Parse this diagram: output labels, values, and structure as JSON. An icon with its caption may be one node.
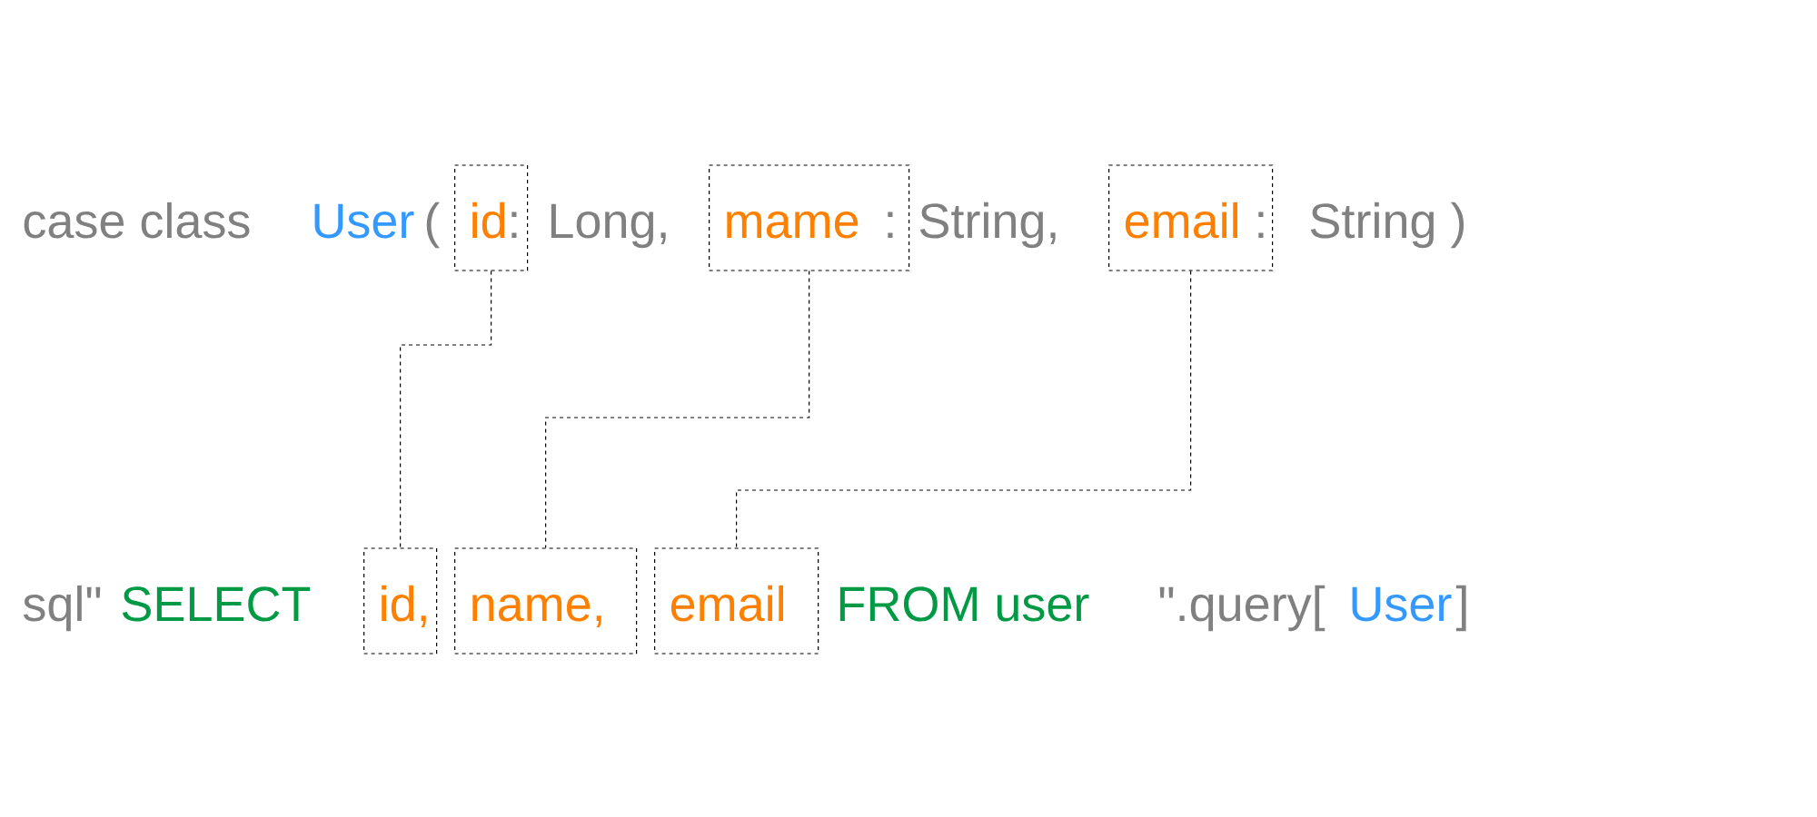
{
  "diagram": {
    "nodes": [
      {
        "text": [
          "id"
        ]
      },
      {
        "text": [
          "mame"
        ]
      },
      {
        "text": [
          "email"
        ]
      },
      {
        "text": [
          "id,"
        ]
      },
      {
        "text": [
          "name,"
        ]
      },
      {
        "text": [
          "email"
        ]
      }
    ],
    "edges": [
      {
        "from": 0,
        "to": 3,
        "arrow": "none",
        "style": "dashed"
      },
      {
        "from": 1,
        "to": 4,
        "arrow": "none",
        "style": "dashed"
      },
      {
        "from": 2,
        "to": 5,
        "arrow": "none",
        "style": "dashed"
      }
    ],
    "labels": [
      "case class",
      "User",
      "(",
      ":",
      "Long,",
      ":",
      "String,",
      ":",
      "String )",
      "sql\"",
      "SELECT",
      "FROM user",
      "\".query[",
      "User",
      "]"
    ]
  }
}
